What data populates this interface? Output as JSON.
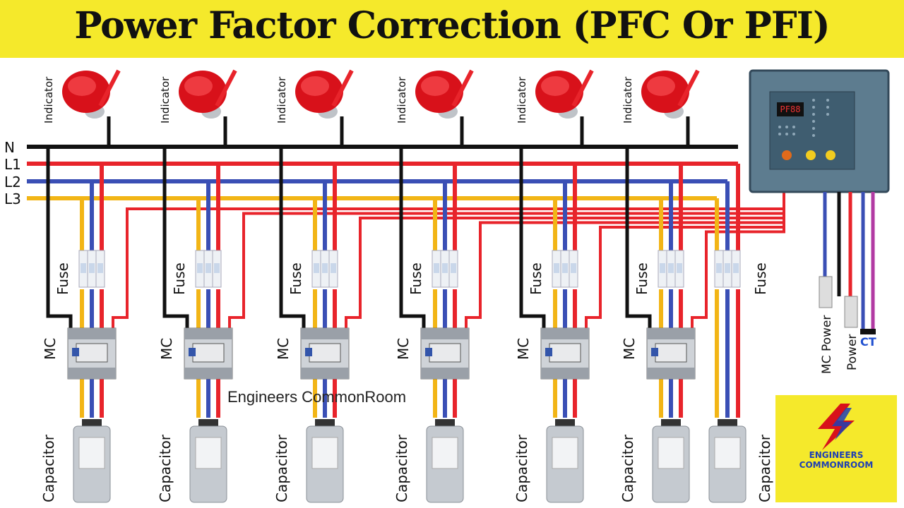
{
  "title": "Power Factor Correction (PFC Or PFI)",
  "bus_labels": [
    "N",
    "L1",
    "L2",
    "L3"
  ],
  "indicator_label": "Indicator",
  "fuse_label": "Fuse",
  "contactor_label": "MC",
  "capacitor_label": "Capacitor",
  "controller": {
    "display": "PF88",
    "labels": [
      "MC Power",
      "Power",
      "CT"
    ]
  },
  "watermark": "Engineers CommonRoom",
  "logo": {
    "line1": "ENGINEERS",
    "line2": "COMMONROOM"
  },
  "colors": {
    "title_bg": "#f5e92b",
    "neutral": "#111111",
    "l1": "#e8242b",
    "l2": "#3a4fb5",
    "l3": "#f2b516",
    "ct": "#b23aa3",
    "indicator": "#d8111a",
    "controller": "#5d7c8f"
  },
  "branches": 6
}
